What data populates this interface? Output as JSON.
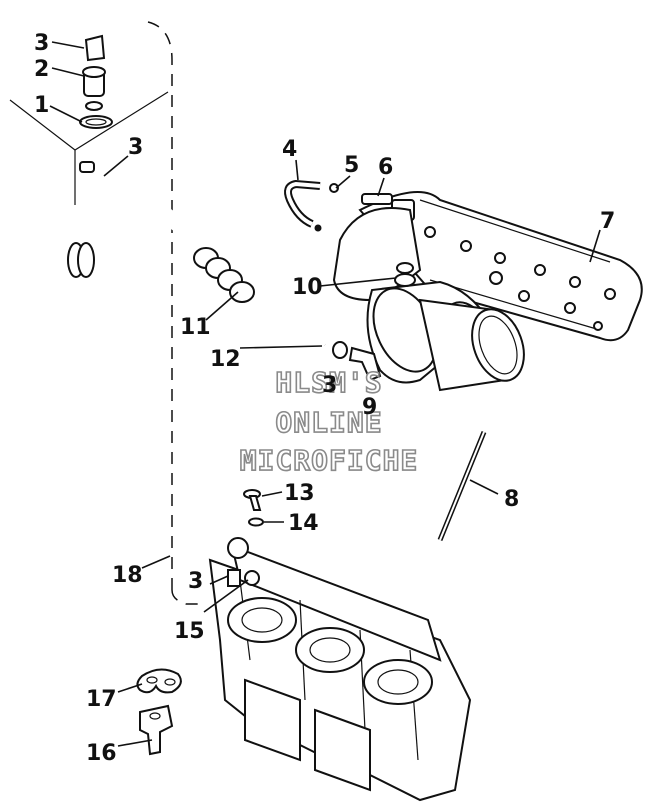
{
  "watermark": [
    "HLSM'S",
    "ONLINE",
    "MICROFICHE"
  ],
  "callouts": [
    "3",
    "2",
    "1",
    "3",
    "4",
    "5",
    "6",
    "7",
    "10",
    "11",
    "12",
    "3",
    "9",
    "8",
    "13",
    "14",
    "18",
    "3",
    "15",
    "17",
    "16"
  ]
}
